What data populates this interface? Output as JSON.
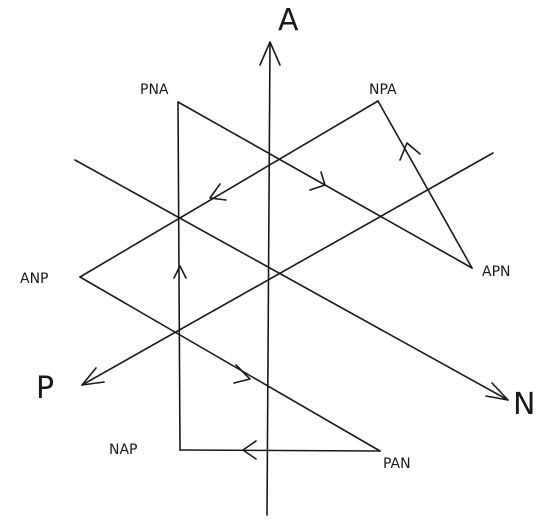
{
  "axes": {
    "a": "A",
    "p": "P",
    "n": "N"
  },
  "vertices": {
    "pna": "PNA",
    "npa": "NPA",
    "anp": "ANP",
    "apn": "APN",
    "nap": "NAP",
    "pan": "PAN"
  }
}
